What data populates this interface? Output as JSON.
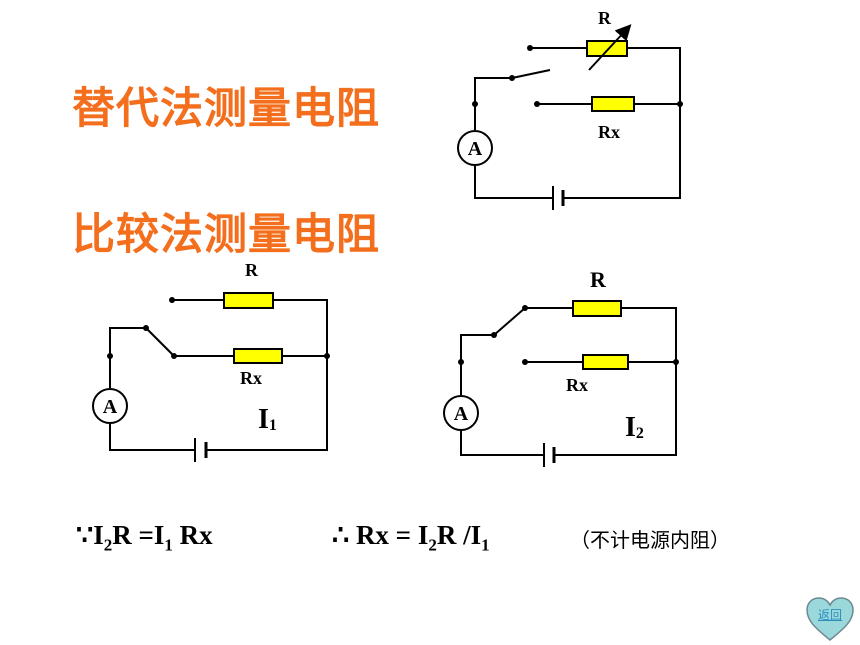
{
  "titles": {
    "substitution": "替代法测量电阻",
    "comparison": "比较法测量电阻"
  },
  "circuit_top": {
    "r_label": "R",
    "rx_label": "Rx",
    "ammeter_label": "A"
  },
  "circuit_left": {
    "r_label": "R",
    "rx_label": "Rx",
    "ammeter_label": "A",
    "current_label": "I",
    "current_sub": "1"
  },
  "circuit_right": {
    "r_label": "R",
    "rx_label": "Rx",
    "ammeter_label": "A",
    "current_label": "I",
    "current_sub": "2"
  },
  "formula": {
    "because_symbol": "∵",
    "because_i": "I",
    "because_i_sub": "2",
    "because_mid": "R =I",
    "because_i1_sub": "1",
    "because_end": " Rx",
    "therefore_symbol": "∴",
    "therefore_start": " Rx = I",
    "therefore_sub": "2",
    "therefore_mid": "R /I",
    "therefore_sub2": "1",
    "note": "（不计电源内阻）"
  },
  "back_button": {
    "label": "返回",
    "color": "#9bd8dc"
  },
  "colors": {
    "title": "#f36f1d",
    "resistor": "#ffff00",
    "wire": "#000000"
  }
}
